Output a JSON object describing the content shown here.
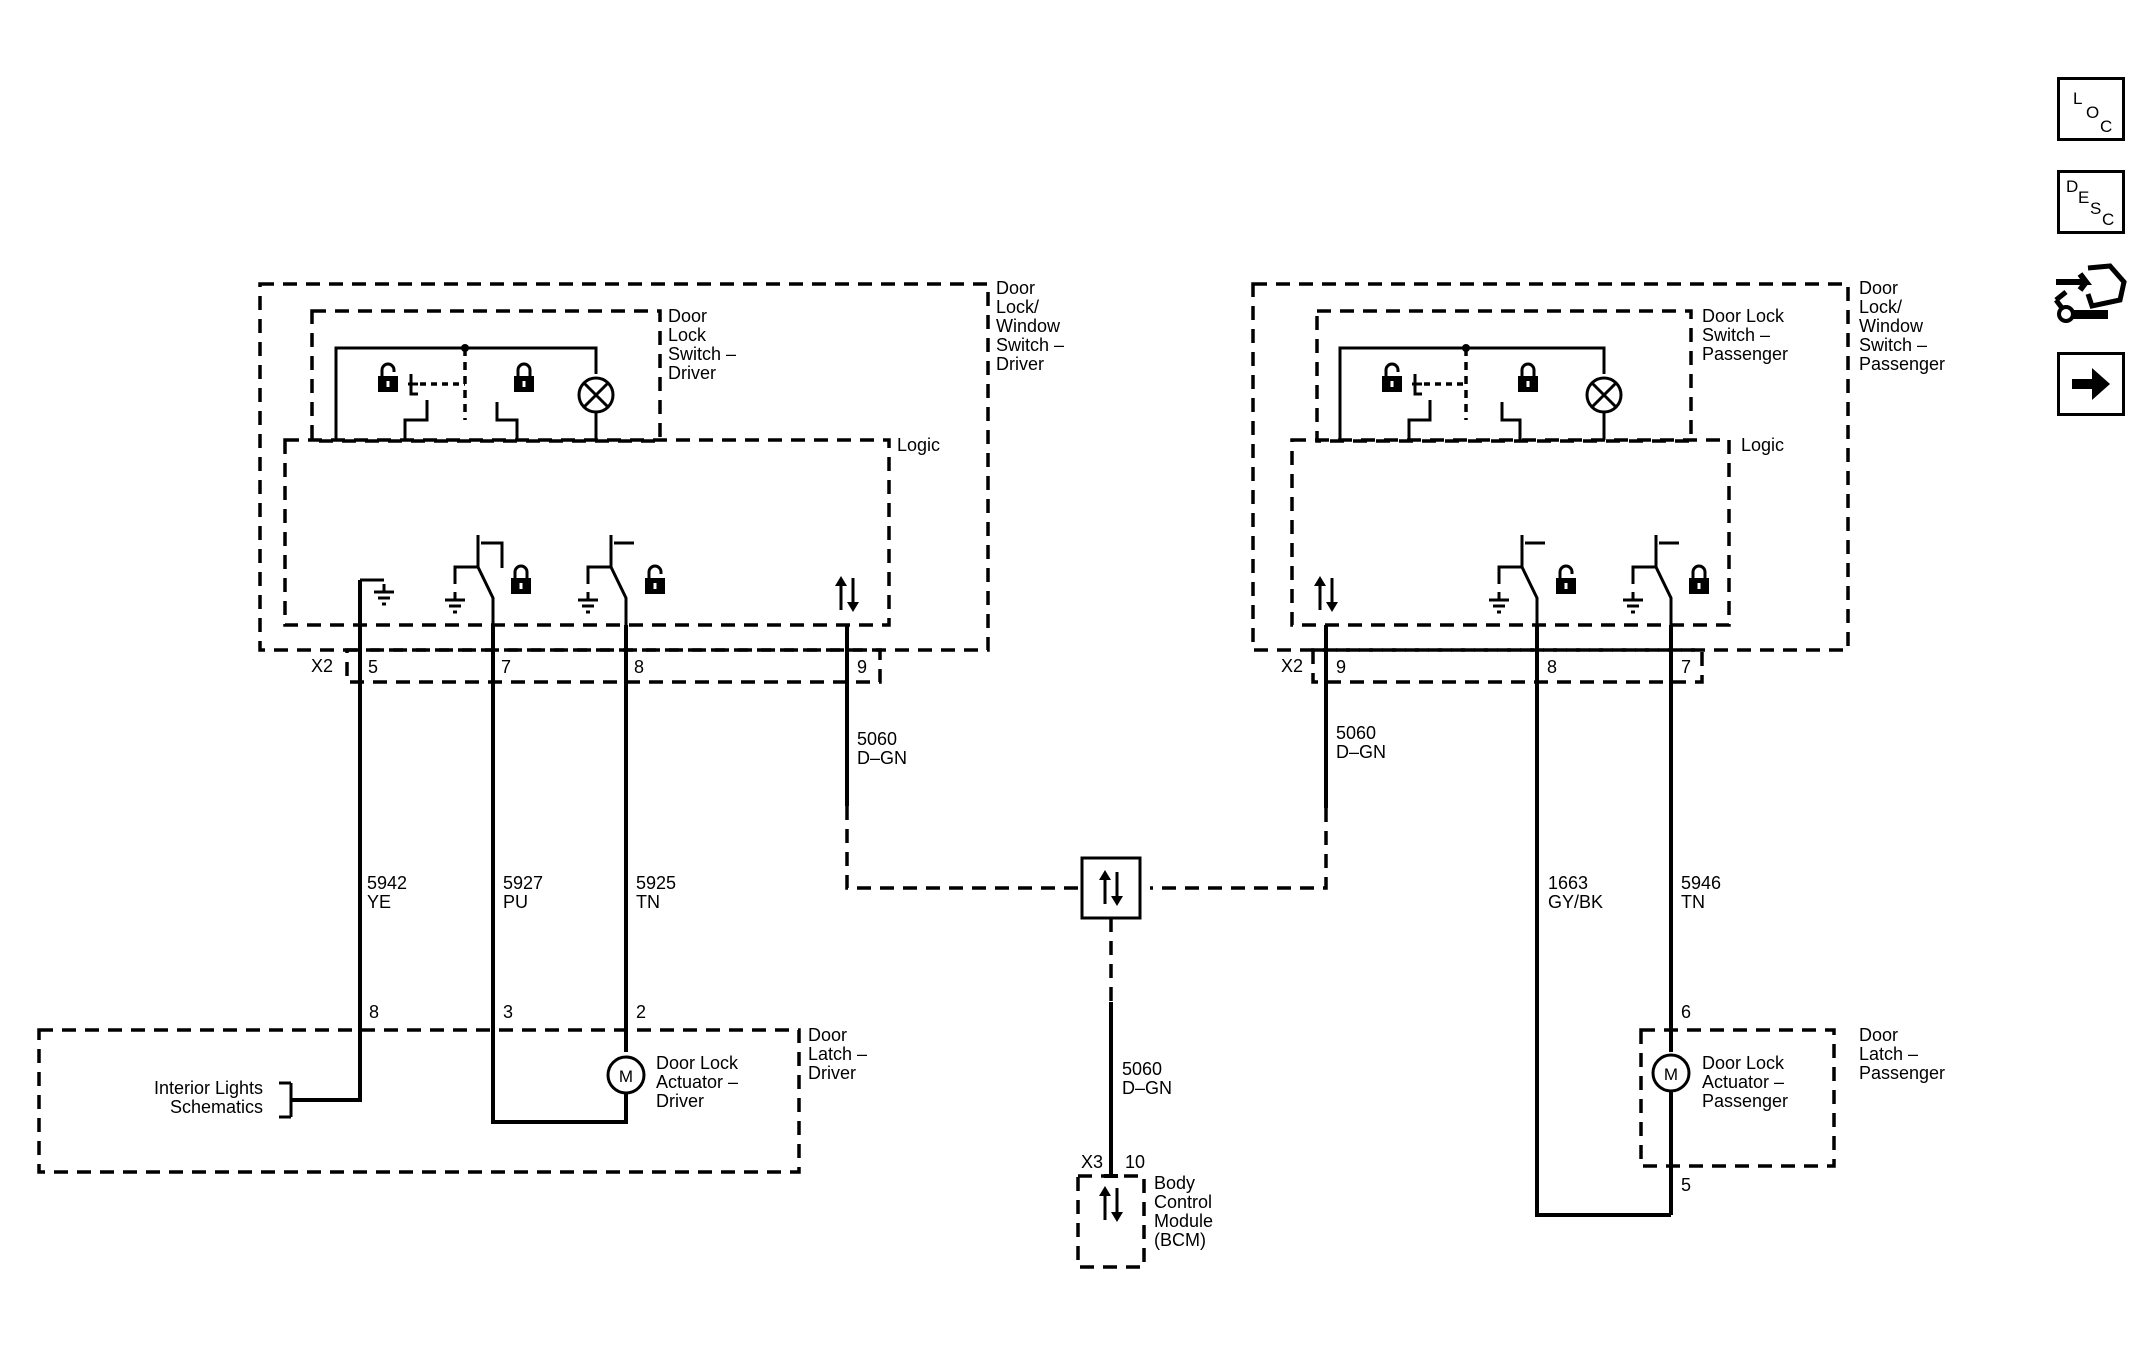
{
  "nav": {
    "loc": [
      "L",
      "O",
      "C"
    ],
    "desc": [
      "D",
      "E",
      "S",
      "C"
    ]
  },
  "driver": {
    "module_label": [
      "Door",
      "Lock/",
      "Window",
      "Switch –",
      "Driver"
    ],
    "switch_label": [
      "Door",
      "Lock",
      "Switch –",
      "Driver"
    ],
    "logic_label": "Logic",
    "connector": "X2",
    "pins": [
      "5",
      "7",
      "8",
      "9"
    ],
    "wires": [
      {
        "circuit": "5942",
        "color": "YE"
      },
      {
        "circuit": "5927",
        "color": "PU"
      },
      {
        "circuit": "5925",
        "color": "TN"
      },
      {
        "circuit": "5060",
        "color": "D–GN"
      }
    ],
    "latch_pins": [
      "8",
      "3",
      "2"
    ],
    "latch_label": [
      "Door",
      "Latch –",
      "Driver"
    ],
    "actuator_label": [
      "Door Lock",
      "Actuator –",
      "Driver"
    ],
    "interior_lights": [
      "Interior Lights",
      "Schematics"
    ]
  },
  "passenger": {
    "module_label": [
      "Door",
      "Lock/",
      "Window",
      "Switch –",
      "Passenger"
    ],
    "switch_label": [
      "Door Lock",
      "Switch –",
      "Passenger"
    ],
    "logic_label": "Logic",
    "connector": "X2",
    "pins": [
      "9",
      "8",
      "7"
    ],
    "wires": [
      {
        "circuit": "5060",
        "color": "D–GN"
      },
      {
        "circuit": "1663",
        "color": "GY/BK"
      },
      {
        "circuit": "5946",
        "color": "TN"
      }
    ],
    "latch_pins": [
      "6",
      "5"
    ],
    "latch_label": [
      "Door",
      "Latch –",
      "Passenger"
    ],
    "actuator_label": [
      "Door Lock",
      "Actuator –",
      "Passenger"
    ]
  },
  "bcm": {
    "wire": {
      "circuit": "5060",
      "color": "D–GN"
    },
    "connector": "X3",
    "pin": "10",
    "label": [
      "Body",
      "Control",
      "Module",
      "(BCM)"
    ]
  },
  "motor_symbol": "M"
}
